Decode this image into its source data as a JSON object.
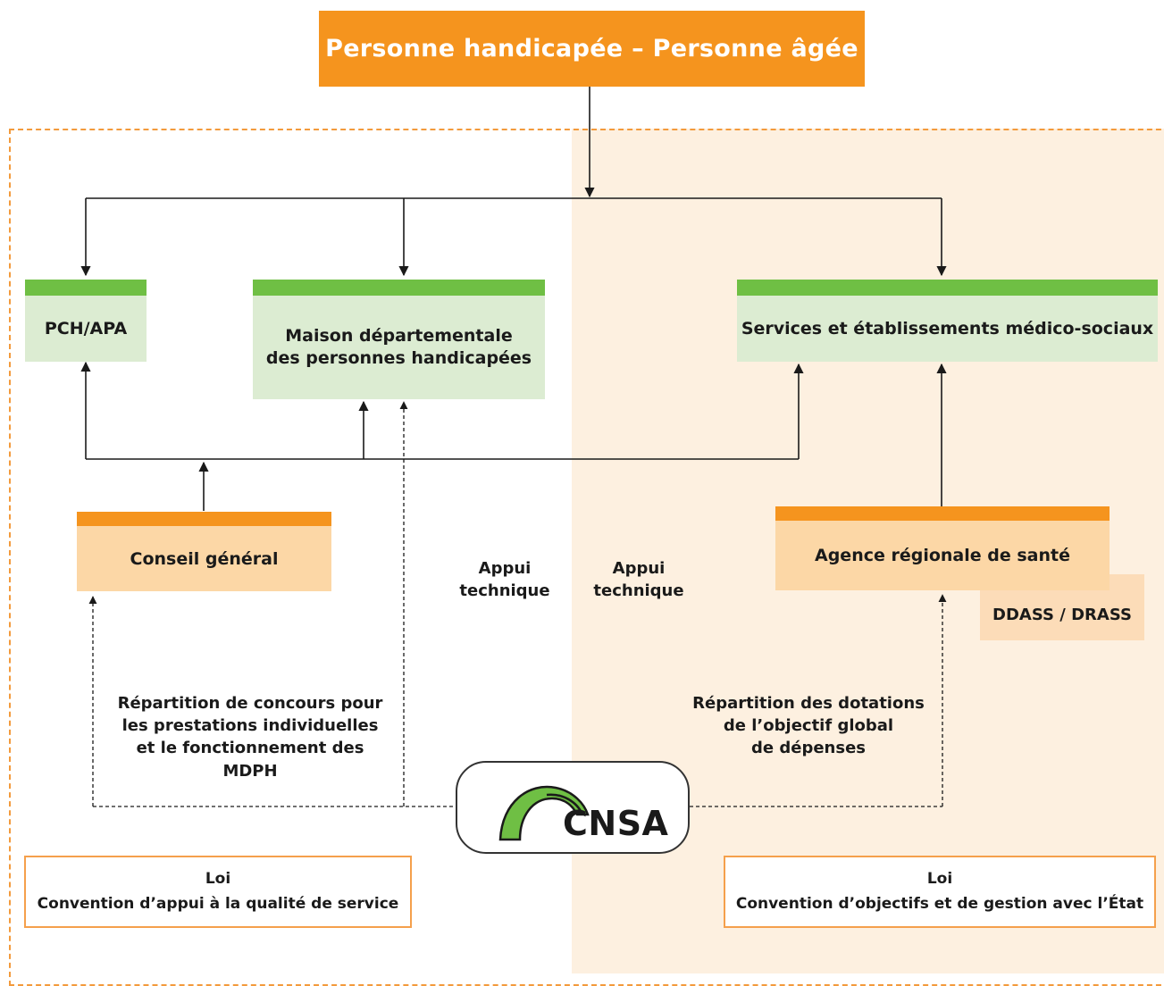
{
  "title": "Personne handicapée – Personne âgée",
  "boxes": {
    "pch_apa": "PCH/APA",
    "mdph_line1": "Maison départementale",
    "mdph_line2": "des personnes handicapées",
    "services": "Services et établissements médico-sociaux",
    "conseil": "Conseil général",
    "ars": "Agence régionale de santé",
    "ddass": "DDASS / DRASS"
  },
  "labels": {
    "appui_left_1": "Appui",
    "appui_left_2": "technique",
    "appui_right_1": "Appui",
    "appui_right_2": "technique",
    "repartition_left_1": "Répartition de concours pour",
    "repartition_left_2": "les prestations individuelles",
    "repartition_left_3": "et le fonctionnement des MDPH",
    "repartition_right_1": "Répartition des dotations",
    "repartition_right_2": "de l’objectif global",
    "repartition_right_3": "de dépenses"
  },
  "bottom": {
    "left_line1": "Loi",
    "left_line2": "Convention d’appui à la qualité de service",
    "right_line1": "Loi",
    "right_line2": "Convention d’objectifs et de gestion avec l’État"
  },
  "logo": {
    "text": "CNSA"
  },
  "colors": {
    "orange": "#f5941e",
    "green": "#6fbf44",
    "light_green": "#dcecd2",
    "light_orange": "#fcd7a6",
    "panel": "#fdf0e0"
  }
}
